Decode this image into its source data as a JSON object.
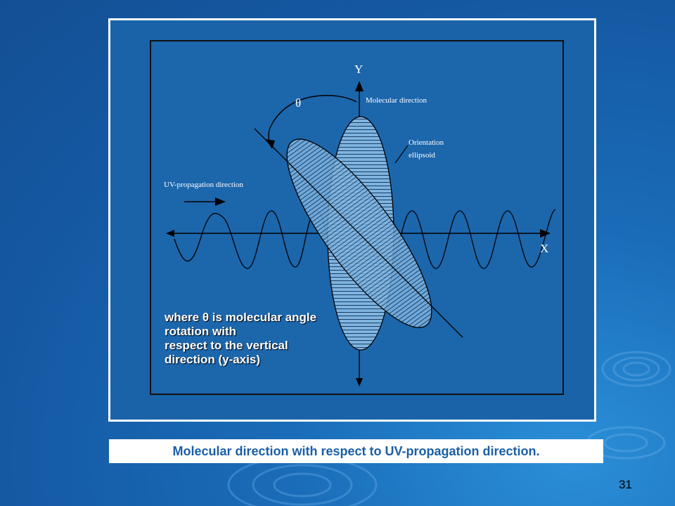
{
  "diagram": {
    "axis_y_label": "Y",
    "axis_x_label": "X",
    "theta_label": "θ",
    "molecular_direction_label": "Molecular direction",
    "orientation_ellipsoid_label": [
      "Orientation",
      "ellipsoid"
    ],
    "uv_direction_label": "UV-propagation direction",
    "note_lines": [
      "where θ is molecular angle",
      "rotation with",
      "respect to the vertical",
      "direction (y-axis)"
    ]
  },
  "caption": "Molecular direction with respect to UV-propagation direction.",
  "page_number": "31",
  "colors": {
    "background": "#1a6cb8",
    "ellipse_fill": "#7fb4e0",
    "caption_text": "#1a5fa6",
    "frame": "#ffffff"
  }
}
